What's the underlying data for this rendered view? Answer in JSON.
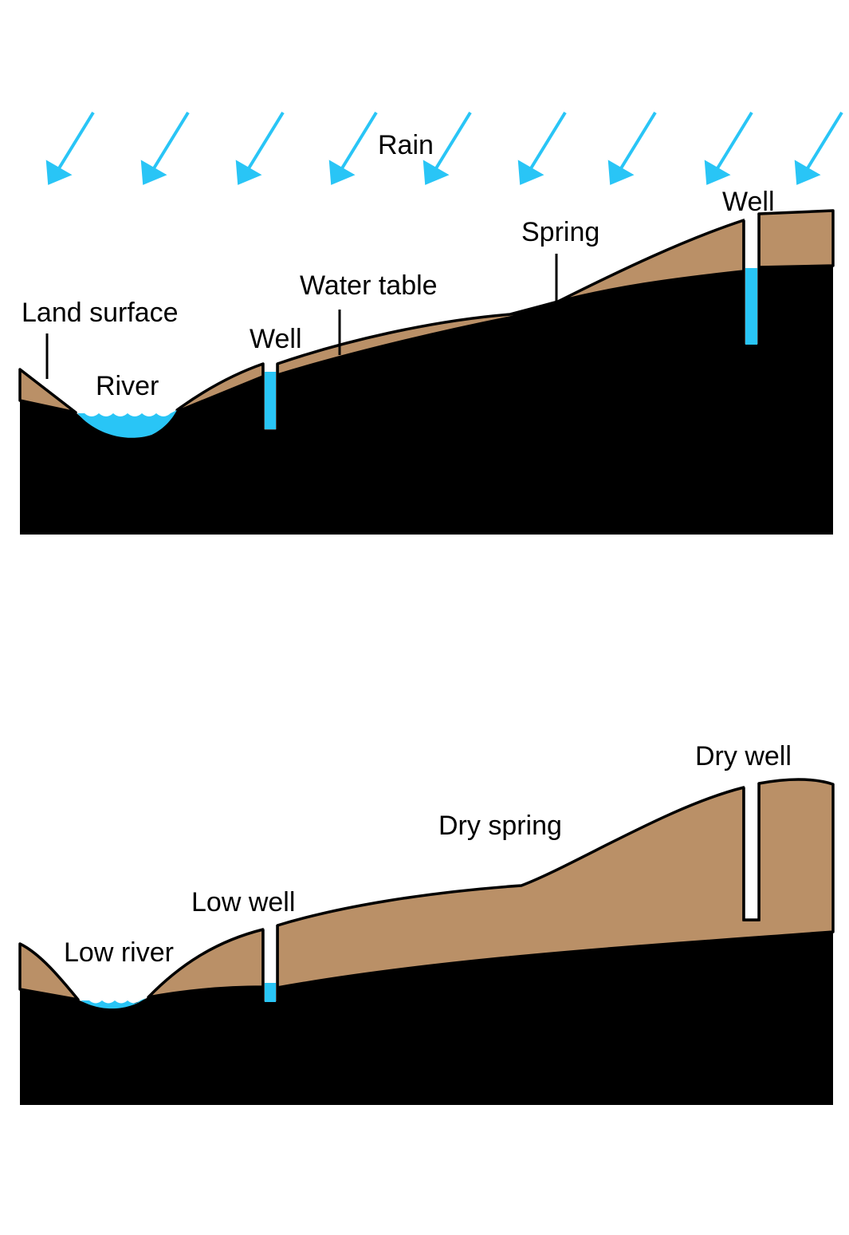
{
  "colors": {
    "soil": "#BA9067",
    "saturated_zone": "#000000",
    "water": "#29C5F6",
    "rain": "#29C5F6",
    "background": "#FFFFFF"
  },
  "wet_panel": {
    "labels": {
      "rain": "Rain",
      "land_surface": "Land surface",
      "river": "River",
      "well_left": "Well",
      "water_table": "Water table",
      "spring": "Spring",
      "well_right": "Well"
    }
  },
  "dry_panel": {
    "labels": {
      "low_river": "Low river",
      "low_well": "Low well",
      "dry_spring": "Dry spring",
      "dry_well": "Dry well"
    }
  }
}
